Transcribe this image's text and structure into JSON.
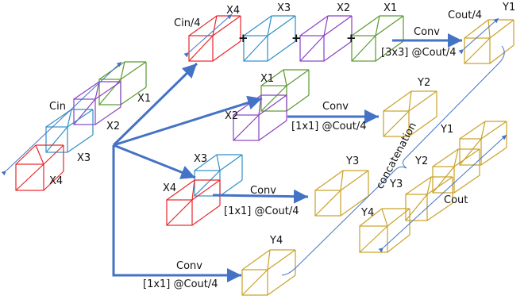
{
  "colors": {
    "red": "#e8262b",
    "blue": "#2f8fc6",
    "purple": "#8b3fc4",
    "green": "#5a9a2e",
    "gold": "#c9a227",
    "arrow": "#4472c4"
  },
  "input_block": {
    "channel_label": "Cin",
    "slice_labels": [
      "X1",
      "X2",
      "X3",
      "X4"
    ]
  },
  "branch1": {
    "channel_label": "Cin/4",
    "slice_labels": [
      "X4",
      "X3",
      "X2",
      "X1"
    ],
    "plus": "+",
    "conv_label": "Conv",
    "kernel_label": "[3x3] @Cout/4",
    "output_channel_label": "Cout/4",
    "output_label": "Y1"
  },
  "branch2": {
    "slice_labels": [
      "X1",
      "X2"
    ],
    "conv_label": "Conv",
    "kernel_label": "[1x1] @Cout/4",
    "output_label": "Y2"
  },
  "branch3": {
    "slice_labels": [
      "X3",
      "X4"
    ],
    "conv_label": "Conv",
    "kernel_label": "[1x1] @Cout/4",
    "output_label": "Y3"
  },
  "branch4": {
    "conv_label": "Conv",
    "kernel_label": "[1x1] @Cout/4",
    "output_label": "Y4"
  },
  "output_block": {
    "concat_label": "concatenation",
    "slice_labels": [
      "Y1",
      "Y2",
      "Y3",
      "Y4"
    ],
    "channel_label": "Cout"
  }
}
